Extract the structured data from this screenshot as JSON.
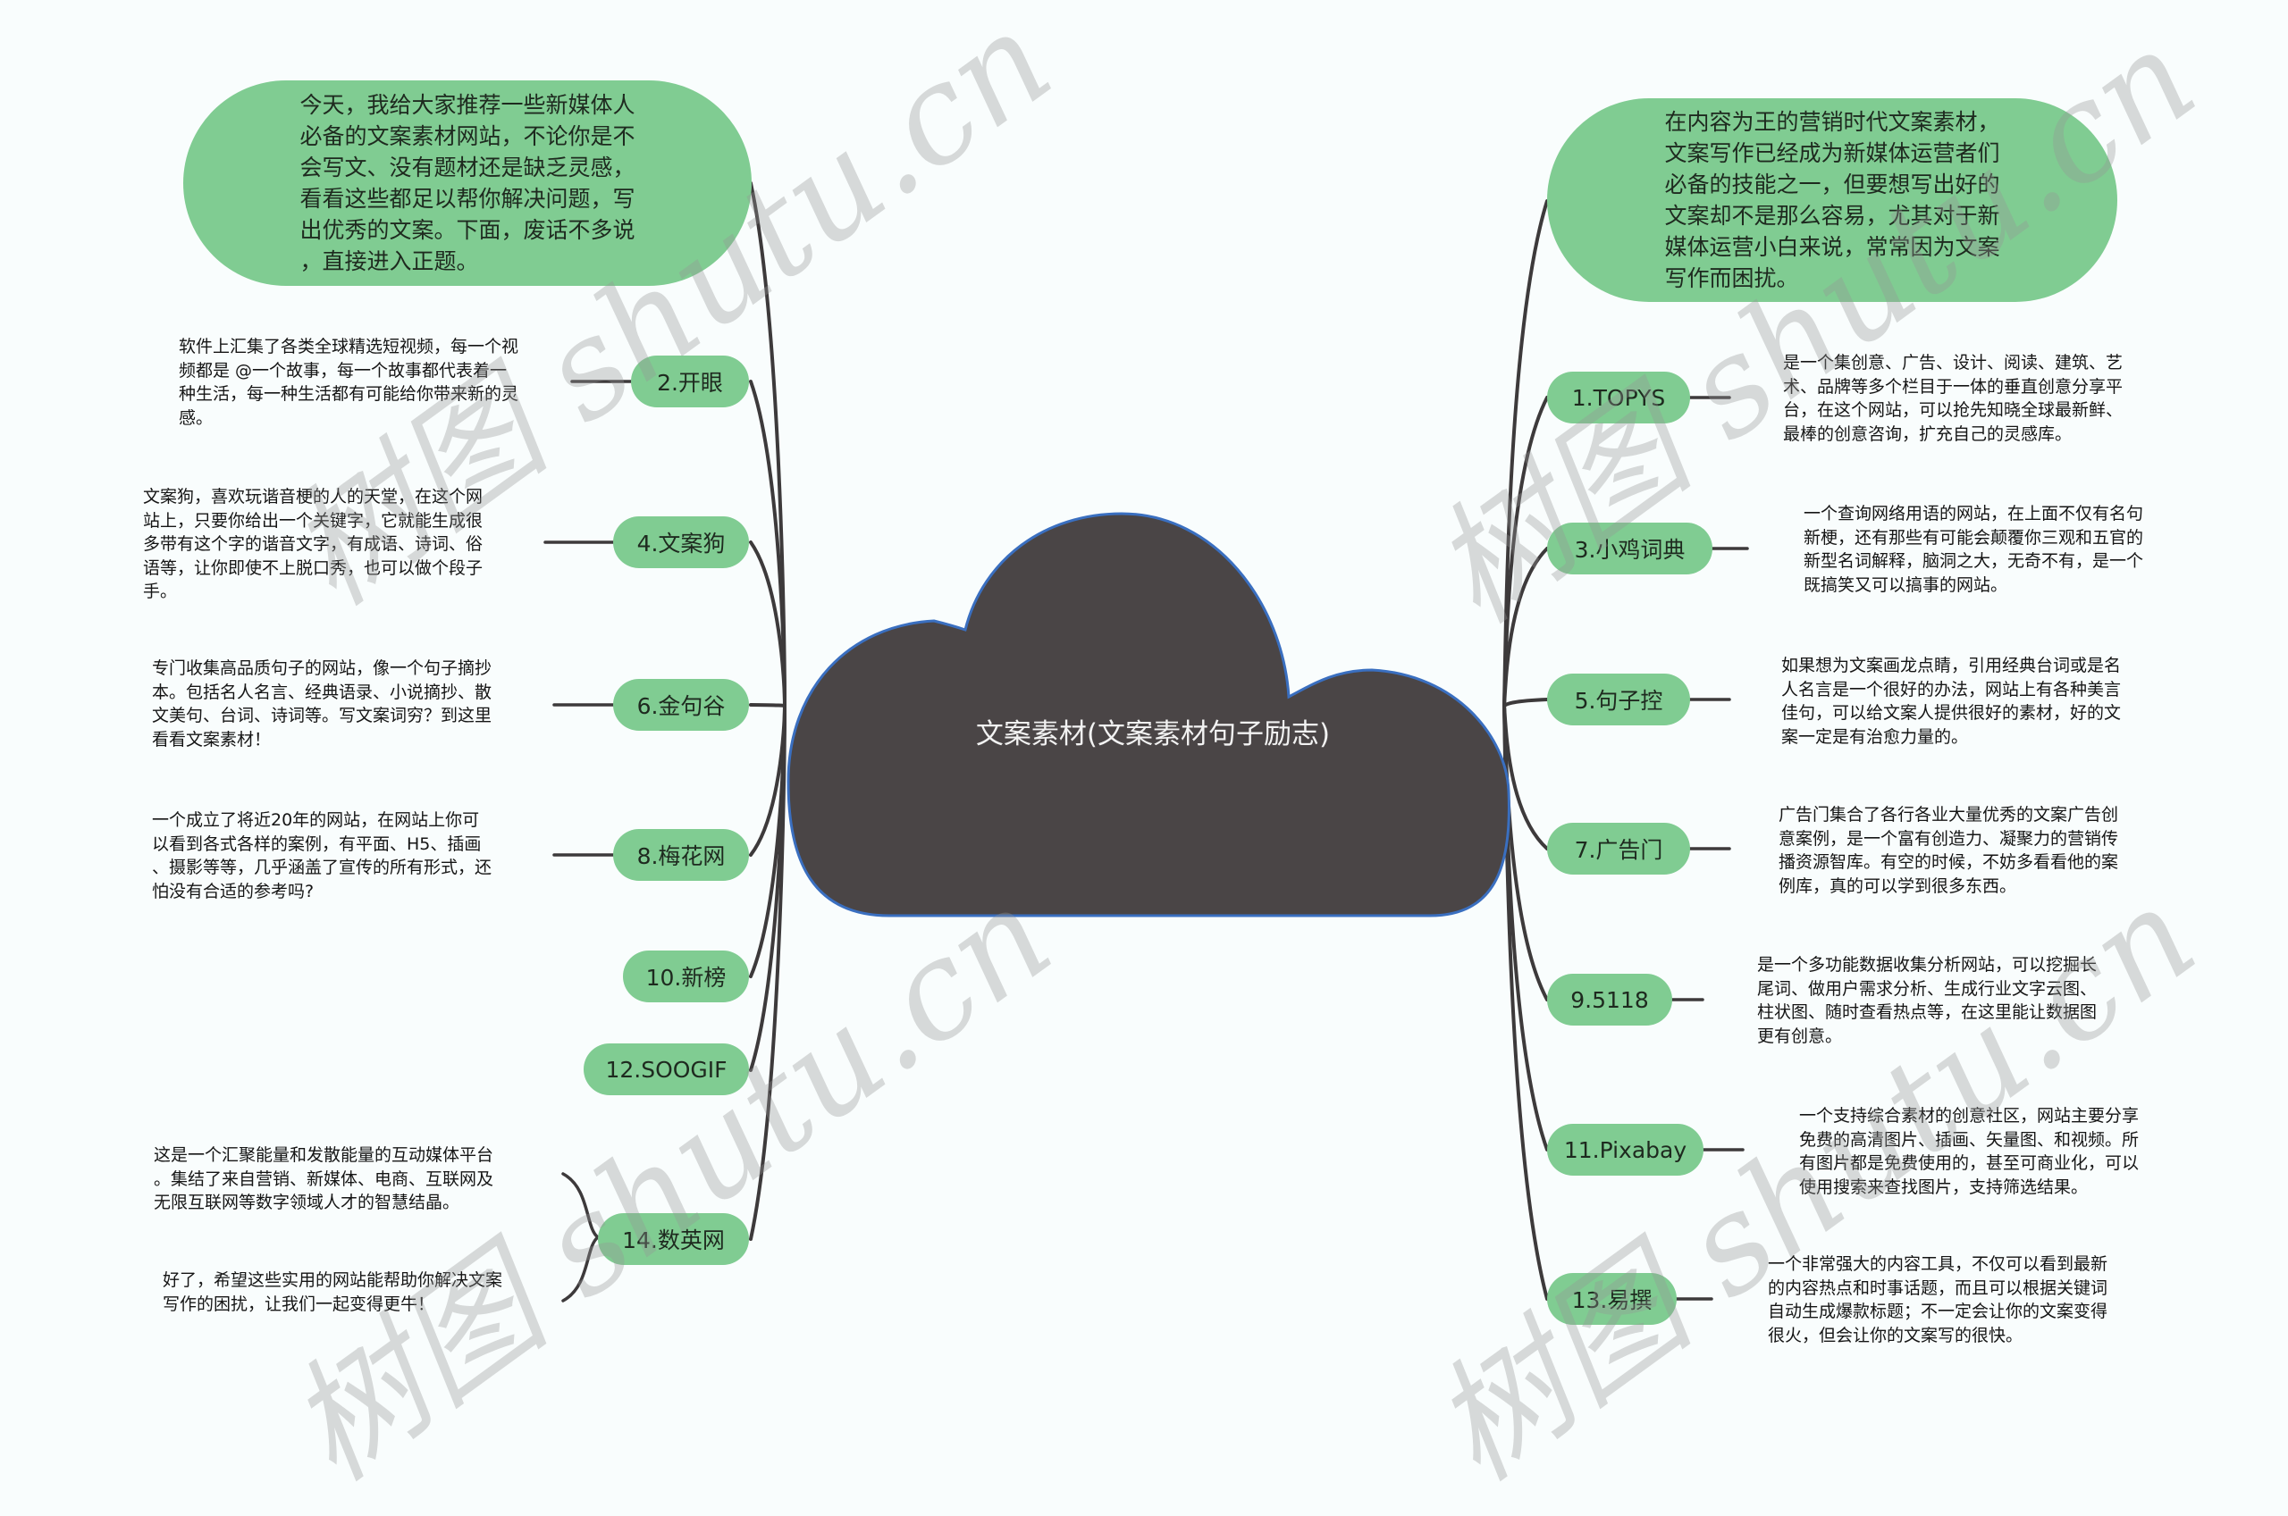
{
  "center": {
    "title": "文案素材(文案素材句子励志)"
  },
  "intro_left": "今天，我给大家推荐一些新媒体人\n必备的文案素材网站，不论你是不\n会写文、没有题材还是缺乏灵感，\n看看这些都足以帮你解决问题，写\n出优秀的文案。下面，废话不多说\n，直接进入正题。",
  "intro_right": "在内容为王的营销时代文案素材，\n文案写作已经成为新媒体运营者们\n必备的技能之一，但要想写出好的\n文案却不是那么容易，尤其对于新\n媒体运营小白来说，常常因为文案\n写作而困扰。",
  "left_branches": [
    {
      "label": "2.开眼",
      "desc": "软件上汇集了各类全球精选短视频，每一个视\n频都是 @一个故事，每一个故事都代表着一\n种生活，每一种生活都有可能给你带来新的灵\n感。"
    },
    {
      "label": "4.文案狗",
      "desc": "文案狗，喜欢玩谐音梗的人的天堂，在这个网\n站上，只要你给出一个关键字，它就能生成很\n多带有这个字的谐音文字，有成语、诗词、俗\n语等，让你即使不上脱口秀，也可以做个段子\n手。"
    },
    {
      "label": "6.金句谷",
      "desc": "专门收集高品质句子的网站，像一个句子摘抄\n本。包括名人名言、经典语录、小说摘抄、散\n文美句、台词、诗词等。写文案词穷？到这里\n看看文案素材！"
    },
    {
      "label": "8.梅花网",
      "desc": "一个成立了将近20年的网站，在网站上你可\n以看到各式各样的案例，有平面、H5、插画\n、摄影等等，几乎涵盖了宣传的所有形式，还\n怕没有合适的参考吗?"
    },
    {
      "label": "10.新榜",
      "desc": ""
    },
    {
      "label": "12.SOOGIF",
      "desc": ""
    },
    {
      "label": "14.数英网",
      "desc": "这是一个汇聚能量和发散能量的互动媒体平台\n。集结了来自营销、新媒体、电商、互联网及\n无限互联网等数字领域人才的智慧结晶。",
      "desc2": "好了，希望这些实用的网站能帮助你解决文案\n写作的困扰，让我们一起变得更牛！"
    }
  ],
  "right_branches": [
    {
      "label": "1.TOPYS",
      "desc": "是一个集创意、广告、设计、阅读、建筑、艺\n术、品牌等多个栏目于一体的垂直创意分享平\n台，在这个网站，可以抢先知晓全球最新鲜、\n最棒的创意咨询，扩充自己的灵感库。"
    },
    {
      "label": "3.小鸡词典",
      "desc": "一个查询网络用语的网站，在上面不仅有名句\n新梗，还有那些有可能会颠覆你三观和五官的\n新型名词解释，脑洞之大，无奇不有，是一个\n既搞笑又可以搞事的网站。"
    },
    {
      "label": "5.句子控",
      "desc": "如果想为文案画龙点睛，引用经典台词或是名\n人名言是一个很好的办法，网站上有各种美言\n佳句，可以给文案人提供很好的素材，好的文\n案一定是有治愈力量的。"
    },
    {
      "label": "7.广告门",
      "desc": "广告门集合了各行各业大量优秀的文案广告创\n意案例，是一个富有创造力、凝聚力的营销传\n播资源智库。有空的时候，不妨多看看他的案\n例库，真的可以学到很多东西。"
    },
    {
      "label": "9.5118",
      "desc": "是一个多功能数据收集分析网站，可以挖掘长\n尾词、做用户需求分析、生成行业文字云图、\n柱状图、随时查看热点等，在这里能让数据图\n更有创意。"
    },
    {
      "label": "11.Pixabay",
      "desc": "一个支持综合素材的创意社区，网站主要分享\n免费的高清图片、插画、矢量图、和视频。所\n有图片都是免费使用的，甚至可商业化，可以\n使用搜索来查找图片，支持筛选结果。"
    },
    {
      "label": "13.易撰",
      "desc": "一个非常强大的内容工具，不仅可以看到最新\n的内容热点和时事话题，而且可以根据关键词\n自动生成爆款标题；不一定会让你的文案变得\n很火，但会让你的文案写的很快。"
    }
  ],
  "watermark": "树图 shutu.cn",
  "colors": {
    "node_fill": "#80cc92",
    "cloud_fill": "#4a4546",
    "cloud_stroke": "#3a6fc0",
    "line": "#3d3a3b",
    "background": "#f9fdfd"
  }
}
